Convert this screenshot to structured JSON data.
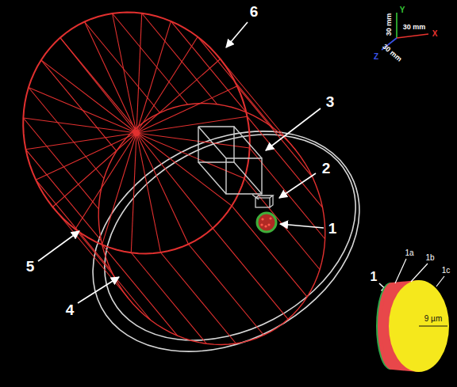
{
  "diagram": {
    "labels": [
      "6",
      "3",
      "2",
      "1",
      "5",
      "4",
      "30 mm",
      "Y",
      "30 mm",
      "X",
      "30 mm",
      "Z",
      "1",
      "1a",
      "1b",
      "1c",
      "9 µm"
    ]
  }
}
